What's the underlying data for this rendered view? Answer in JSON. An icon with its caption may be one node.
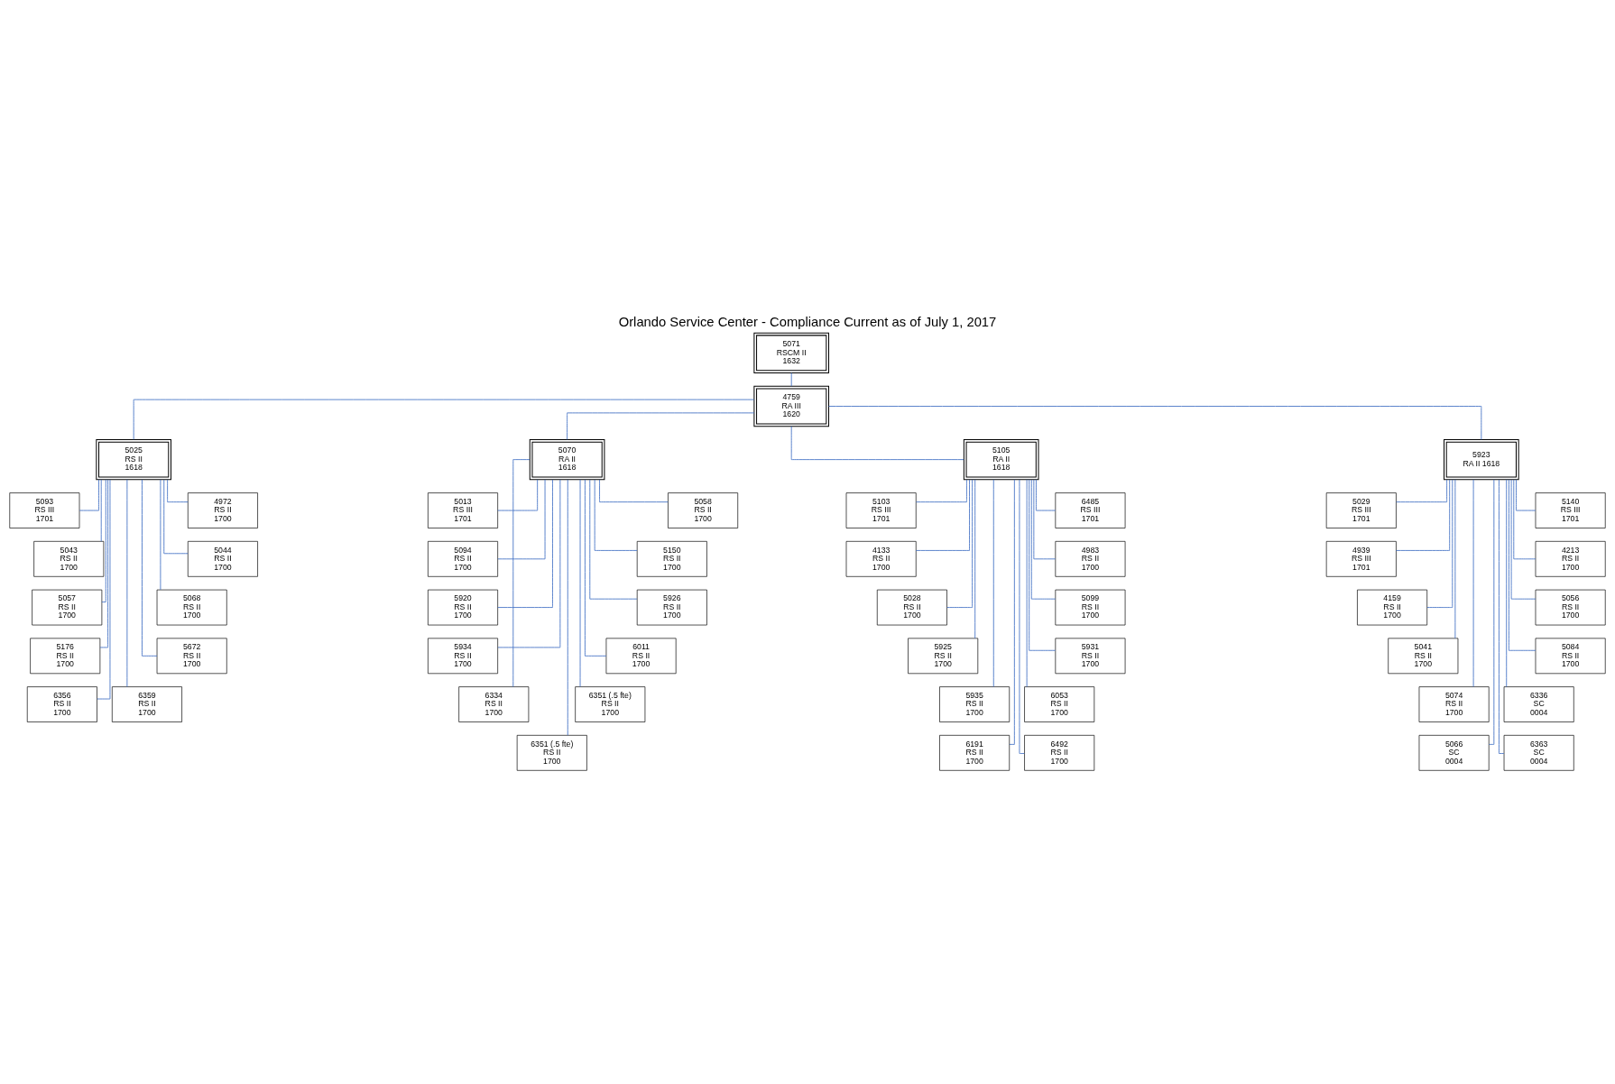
{
  "diagram": {
    "title": "Orlando Service Center - Compliance Current as of July 1, 2017",
    "nodes": [
      {
        "text": [
          "5071",
          "RSCM II",
          "1632"
        ]
      },
      {
        "text": [
          "4759",
          "RA III",
          "1620"
        ]
      },
      {
        "text": [
          "5025",
          "RS II",
          "1618"
        ]
      },
      {
        "text": [
          "5070",
          "RA II",
          "1618"
        ]
      },
      {
        "text": [
          "5105",
          "RA II",
          "1618"
        ]
      },
      {
        "text": [
          "5923",
          "RA II 1618"
        ]
      },
      {
        "text": [
          "5093",
          "RS III",
          "1701"
        ]
      },
      {
        "text": [
          "4972",
          "RS II",
          "1700"
        ]
      },
      {
        "text": [
          "5043",
          "RS II",
          "1700"
        ]
      },
      {
        "text": [
          "5044",
          "RS II",
          "1700"
        ]
      },
      {
        "text": [
          "5057",
          "RS II",
          "1700"
        ]
      },
      {
        "text": [
          "5068",
          "RS II",
          "1700"
        ]
      },
      {
        "text": [
          "5176",
          "RS II",
          "1700"
        ]
      },
      {
        "text": [
          "5672",
          "RS II",
          "1700"
        ]
      },
      {
        "text": [
          "6356",
          "RS II",
          "1700"
        ]
      },
      {
        "text": [
          "6359",
          "RS II",
          "1700"
        ]
      },
      {
        "text": [
          "5013",
          "RS III",
          "1701"
        ]
      },
      {
        "text": [
          "5058",
          "RS II",
          "1700"
        ]
      },
      {
        "text": [
          "5094",
          "RS II",
          "1700"
        ]
      },
      {
        "text": [
          "5150",
          "RS II",
          "1700"
        ]
      },
      {
        "text": [
          "5920",
          "RS II",
          "1700"
        ]
      },
      {
        "text": [
          "5926",
          "RS II",
          "1700"
        ]
      },
      {
        "text": [
          "5934",
          "RS II",
          "1700"
        ]
      },
      {
        "text": [
          "6011",
          "RS II",
          "1700"
        ]
      },
      {
        "text": [
          "6334",
          "RS II",
          "1700"
        ]
      },
      {
        "text": [
          "6351 (.5 fte)",
          "RS II",
          "1700"
        ]
      },
      {
        "text": [
          "6351 (.5 fte)",
          "RS II",
          "1700"
        ]
      },
      {
        "text": [
          "5103",
          "RS III",
          "1701"
        ]
      },
      {
        "text": [
          "6485",
          "RS III",
          "1701"
        ]
      },
      {
        "text": [
          "4133",
          "RS II",
          "1700"
        ]
      },
      {
        "text": [
          "4983",
          "RS II",
          "1700"
        ]
      },
      {
        "text": [
          "5028",
          "RS II",
          "1700"
        ]
      },
      {
        "text": [
          "5099",
          "RS II",
          "1700"
        ]
      },
      {
        "text": [
          "5925",
          "RS II",
          "1700"
        ]
      },
      {
        "text": [
          "5931",
          "RS II",
          "1700"
        ]
      },
      {
        "text": [
          "5935",
          "RS II",
          "1700"
        ]
      },
      {
        "text": [
          "6053",
          "RS II",
          "1700"
        ]
      },
      {
        "text": [
          "6191",
          "RS II",
          "1700"
        ]
      },
      {
        "text": [
          "6492",
          "RS II",
          "1700"
        ]
      },
      {
        "text": [
          "5029",
          "RS III",
          "1701"
        ]
      },
      {
        "text": [
          "5140",
          "RS III",
          "1701"
        ]
      },
      {
        "text": [
          "4939",
          "RS III",
          "1701"
        ]
      },
      {
        "text": [
          "4213",
          "RS II",
          "1700"
        ]
      },
      {
        "text": [
          "4159",
          "RS II",
          "1700"
        ]
      },
      {
        "text": [
          "5056",
          "RS II",
          "1700"
        ]
      },
      {
        "text": [
          "5041",
          "RS II",
          "1700"
        ]
      },
      {
        "text": [
          "5084",
          "RS II",
          "1700"
        ]
      },
      {
        "text": [
          "5074",
          "RS II",
          "1700"
        ]
      },
      {
        "text": [
          "6336",
          "SC",
          "0004"
        ]
      },
      {
        "text": [
          "5066",
          "SC",
          "0004"
        ]
      },
      {
        "text": [
          "6363",
          "SC",
          "0004"
        ]
      }
    ],
    "edges": [
      {
        "from": 0,
        "to": 1,
        "arrow": "none"
      },
      {
        "from": 1,
        "to": 2,
        "arrow": "none"
      },
      {
        "from": 1,
        "to": 3,
        "arrow": "none"
      },
      {
        "from": 1,
        "to": 4,
        "arrow": "none"
      },
      {
        "from": 1,
        "to": 5,
        "arrow": "none"
      },
      {
        "from": 2,
        "to": 6,
        "arrow": "none"
      },
      {
        "from": 2,
        "to": 7,
        "arrow": "none"
      },
      {
        "from": 2,
        "to": 8,
        "arrow": "none"
      },
      {
        "from": 2,
        "to": 9,
        "arrow": "none"
      },
      {
        "from": 2,
        "to": 10,
        "arrow": "none"
      },
      {
        "from": 2,
        "to": 11,
        "arrow": "none"
      },
      {
        "from": 2,
        "to": 12,
        "arrow": "none"
      },
      {
        "from": 2,
        "to": 13,
        "arrow": "none"
      },
      {
        "from": 2,
        "to": 14,
        "arrow": "none"
      },
      {
        "from": 2,
        "to": 15,
        "arrow": "none"
      },
      {
        "from": 3,
        "to": 16,
        "arrow": "none"
      },
      {
        "from": 3,
        "to": 17,
        "arrow": "none"
      },
      {
        "from": 3,
        "to": 18,
        "arrow": "none"
      },
      {
        "from": 3,
        "to": 19,
        "arrow": "none"
      },
      {
        "from": 3,
        "to": 20,
        "arrow": "none"
      },
      {
        "from": 3,
        "to": 21,
        "arrow": "none"
      },
      {
        "from": 3,
        "to": 22,
        "arrow": "none"
      },
      {
        "from": 3,
        "to": 23,
        "arrow": "none"
      },
      {
        "from": 3,
        "to": 24,
        "arrow": "none"
      },
      {
        "from": 3,
        "to": 25,
        "arrow": "none"
      },
      {
        "from": 3,
        "to": 26,
        "arrow": "none"
      },
      {
        "from": 4,
        "to": 27,
        "arrow": "none"
      },
      {
        "from": 4,
        "to": 28,
        "arrow": "none"
      },
      {
        "from": 4,
        "to": 29,
        "arrow": "none"
      },
      {
        "from": 4,
        "to": 30,
        "arrow": "none"
      },
      {
        "from": 4,
        "to": 31,
        "arrow": "none"
      },
      {
        "from": 4,
        "to": 32,
        "arrow": "none"
      },
      {
        "from": 4,
        "to": 33,
        "arrow": "none"
      },
      {
        "from": 4,
        "to": 34,
        "arrow": "none"
      },
      {
        "from": 4,
        "to": 35,
        "arrow": "none"
      },
      {
        "from": 4,
        "to": 36,
        "arrow": "none"
      },
      {
        "from": 4,
        "to": 37,
        "arrow": "none"
      },
      {
        "from": 4,
        "to": 38,
        "arrow": "none"
      },
      {
        "from": 5,
        "to": 39,
        "arrow": "none"
      },
      {
        "from": 5,
        "to": 40,
        "arrow": "none"
      },
      {
        "from": 5,
        "to": 41,
        "arrow": "none"
      },
      {
        "from": 5,
        "to": 42,
        "arrow": "none"
      },
      {
        "from": 5,
        "to": 43,
        "arrow": "none"
      },
      {
        "from": 5,
        "to": 44,
        "arrow": "none"
      },
      {
        "from": 5,
        "to": 45,
        "arrow": "none"
      },
      {
        "from": 5,
        "to": 46,
        "arrow": "none"
      },
      {
        "from": 5,
        "to": 47,
        "arrow": "none"
      },
      {
        "from": 5,
        "to": 48,
        "arrow": "none"
      },
      {
        "from": 5,
        "to": 49,
        "arrow": "none"
      },
      {
        "from": 5,
        "to": 50,
        "arrow": "none"
      }
    ]
  }
}
